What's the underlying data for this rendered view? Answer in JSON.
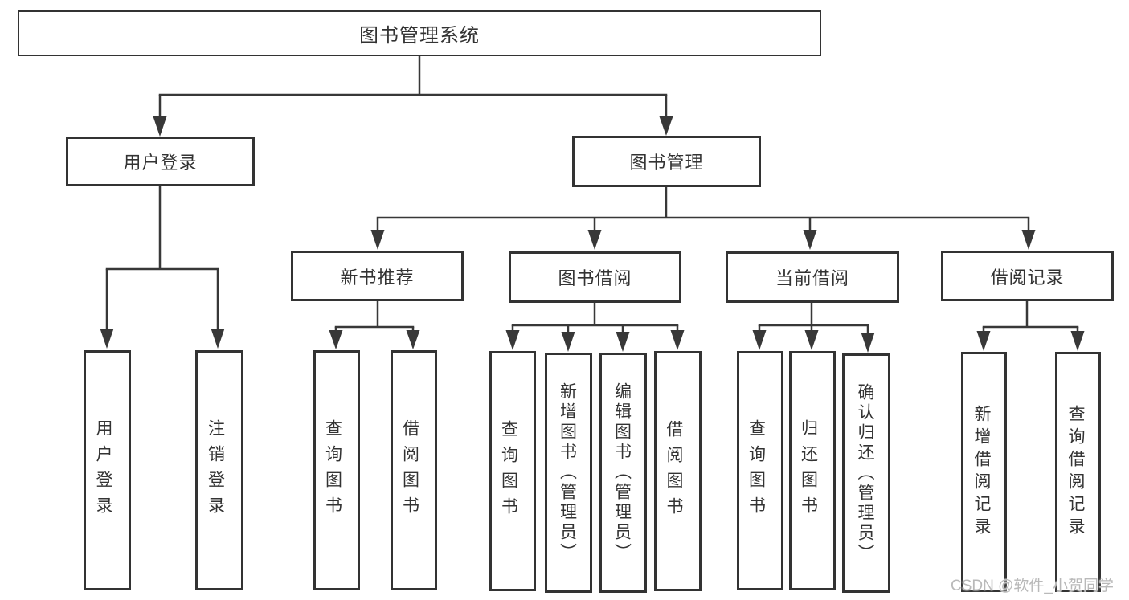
{
  "title": "图书管理系统",
  "watermark": "CSDN @软件_小贺同学",
  "nodes": {
    "root": "图书管理系统",
    "user_login": "用户登录",
    "book_mgmt": "图书管理",
    "new_book_rec": "新书推荐",
    "book_borrow": "图书借阅",
    "current_borrow": "当前借阅",
    "borrow_record": "借阅记录",
    "leaf_user_login": "用户登录",
    "leaf_logout": "注销登录",
    "leaf_rec_query": "查询图书",
    "leaf_rec_borrow": "借阅图书",
    "leaf_bb_query": "查询图书",
    "leaf_bb_add": "新增图书（管理员）",
    "leaf_bb_edit": "编辑图书（管理员）",
    "leaf_bb_borrow": "借阅图书",
    "leaf_cb_query": "查询图书",
    "leaf_cb_return": "归还图书",
    "leaf_cb_confirm": "确认归还（管理员）",
    "leaf_br_add": "新增借阅记录",
    "leaf_br_query": "查询借阅记录"
  },
  "colors": {
    "line": "#383838",
    "border": "#333333",
    "text": "#333333",
    "watermark": "#b9b9b9"
  }
}
